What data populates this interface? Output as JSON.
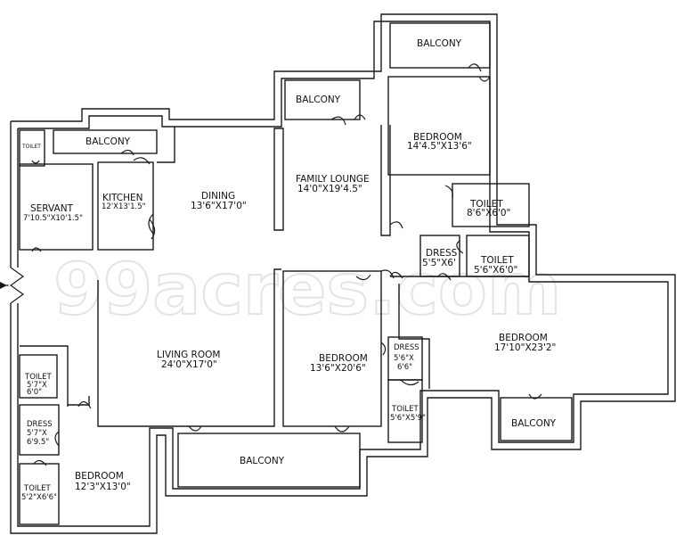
{
  "watermark": "99acres.com",
  "rooms": {
    "toilet_servant": {
      "name": "TOILET"
    },
    "balcony_kitchen": {
      "name": "BALCONY"
    },
    "servant": {
      "name": "SERVANT",
      "size": "7'10.5\"X10'1.5\""
    },
    "kitchen": {
      "name": "KITCHEN",
      "size": "12'X13'1.5\""
    },
    "dining": {
      "name": "DINING",
      "size": "13'6\"X17'0\""
    },
    "balcony_lounge": {
      "name": "BALCONY"
    },
    "family_lounge": {
      "name": "FAMILY LOUNGE",
      "size": "14'0\"X19'4.5\""
    },
    "balcony_top": {
      "name": "BALCONY"
    },
    "bedroom_top": {
      "name": "BEDROOM",
      "size": "14'4.5\"X13'6\""
    },
    "toilet_top": {
      "name": "TOILET",
      "size": "8'6\"X6'0\""
    },
    "dress_mid": {
      "name": "DRESS",
      "size": "5'5\"X6'"
    },
    "toilet_mid": {
      "name": "TOILET",
      "size": "5'6\"X6'0\""
    },
    "bedroom_master": {
      "name": "BEDROOM",
      "size": "17'10\"X23'2\""
    },
    "balcony_master": {
      "name": "BALCONY"
    },
    "living": {
      "name": "LIVING ROOM",
      "size": "24'0\"X17'0\""
    },
    "bedroom_center": {
      "name": "BEDROOM",
      "size": "13'6\"X20'6\""
    },
    "dress_center": {
      "name": "DRESS",
      "size_a": "5'6\"X",
      "size_b": "6'6\""
    },
    "toilet_center": {
      "name": "TOILET",
      "size": "5'6\"X5'9\""
    },
    "balcony_living": {
      "name": "BALCONY"
    },
    "toilet_left": {
      "name": "TOILET",
      "size_a": "5'7\"X",
      "size_b": "6'0\""
    },
    "dress_left": {
      "name": "DRESS",
      "size_a": "5'7\"X",
      "size_b": "6'9.5\""
    },
    "toilet_bottom": {
      "name": "TOILET",
      "size": "5'2\"X6'6\""
    },
    "bedroom_left": {
      "name": "BEDROOM",
      "size": "12'3\"X13'0\""
    }
  }
}
